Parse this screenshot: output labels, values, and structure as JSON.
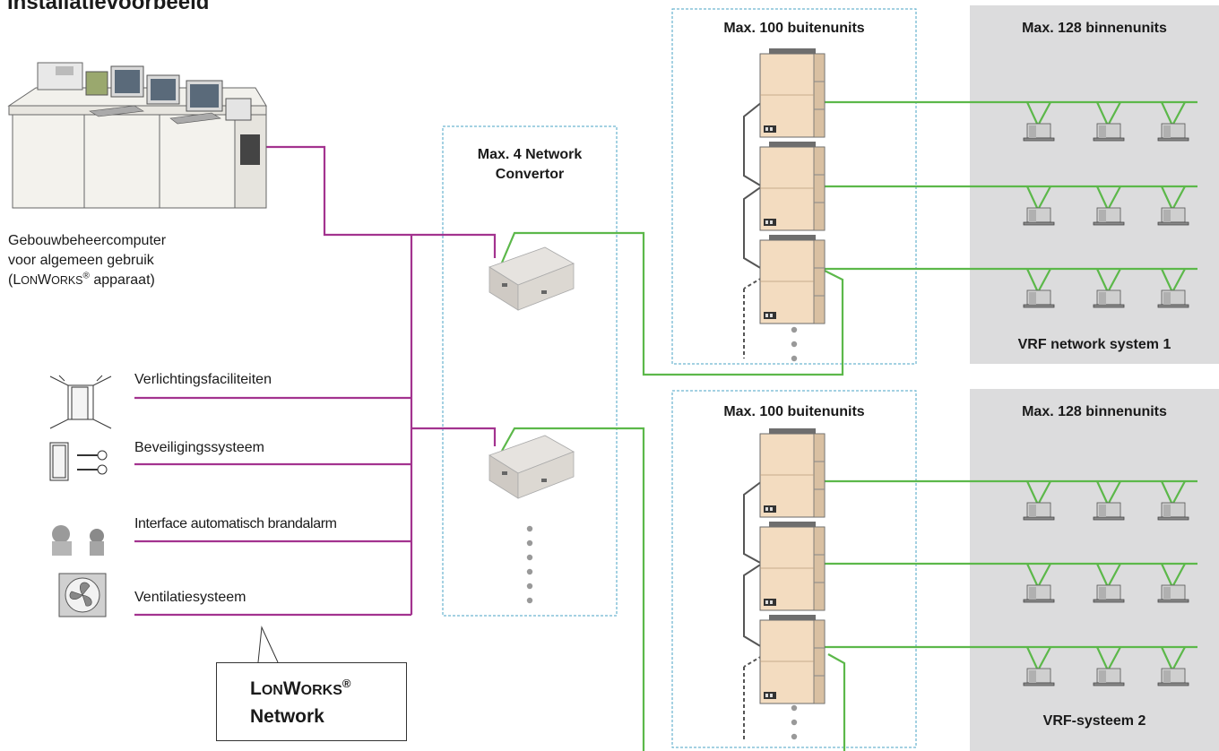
{
  "title": "Installatievoorbeeld",
  "computer": {
    "line1": "Gebouwbeheercomputer",
    "line2": "voor algemeen gebruik",
    "line3_prefix": "(L",
    "line3_sc1": "ON",
    "line3_mid": "W",
    "line3_sc2": "ORKS",
    "line3_reg": "®",
    "line3_suffix": " apparaat)"
  },
  "facilities": [
    {
      "label": "Verlichtingsfaciliteiten",
      "icon": "door-icon"
    },
    {
      "label": "Beveiligingssysteem",
      "icon": "key-icon"
    },
    {
      "label": "Interface automatisch brandalarm",
      "icon": "fire-alarm-icon"
    },
    {
      "label": "Ventilatiesysteem",
      "icon": "fan-icon"
    }
  ],
  "lonworks_network": {
    "l1": "L",
    "sc1": "ON",
    "w": "W",
    "sc2": "ORKS",
    "reg": "®",
    "line2": "Network"
  },
  "convertor_group": {
    "line1": "Max. 4 Network",
    "line2": "Convertor"
  },
  "systems": [
    {
      "outdoor_header": "Max. 100 buitenunits",
      "indoor_header": "Max. 128 binnenunits",
      "name": "VRF network system 1"
    },
    {
      "outdoor_header": "Max. 100 buitenunits",
      "indoor_header": "Max. 128 binnenunits",
      "name": "VRF-systeem 2"
    }
  ],
  "colors": {
    "lonworks_line": "#a3338f",
    "vrf_line": "#5cb84a",
    "indoor_panel": "#dcdcdd",
    "dashed_box": "#4aa3c6",
    "outdoor_unit": "#f3dcc0"
  }
}
